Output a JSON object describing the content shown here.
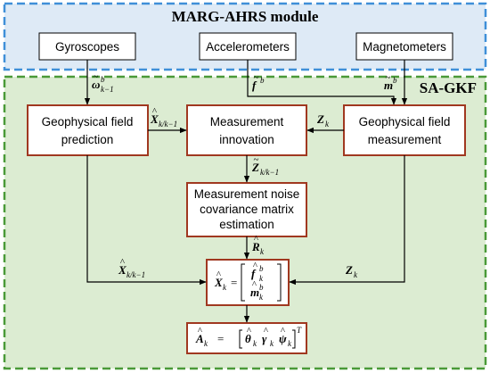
{
  "diagram": {
    "marg_module": {
      "title": "MARG-AHRS module"
    },
    "sagkf_module": {
      "title": "SA-GKF"
    },
    "sensors": [
      {
        "label": "Gyroscopes"
      },
      {
        "label": "Accelerometers"
      },
      {
        "label": "Magnetometers"
      }
    ],
    "blocks": {
      "prediction": {
        "lines": [
          "Geophysical field",
          "prediction"
        ]
      },
      "innovation": {
        "lines": [
          "Measurement",
          "innovation"
        ]
      },
      "measurement": {
        "lines": [
          "Geophysical field",
          "measurement"
        ]
      },
      "noise_estimation": {
        "lines": [
          "Measurement noise",
          "covariance matrix",
          "estimation"
        ]
      }
    },
    "signals": {
      "omega": {
        "base": "ω",
        "accent": "~",
        "sub": "k−1",
        "sup": "b"
      },
      "f": {
        "base": "f",
        "accent": "~",
        "sup": "b"
      },
      "m": {
        "base": "m",
        "accent": "~",
        "sup": "b"
      },
      "x_pred_top": {
        "base": "X",
        "accent": "^",
        "sub": "k/k−1"
      },
      "z_top": {
        "base": "Z",
        "sub": "k"
      },
      "z_innov": {
        "base": "Z",
        "accent": "~",
        "sub": "k/k−1"
      },
      "r_hat": {
        "base": "R",
        "accent": "^",
        "sub": "k"
      },
      "x_pred_bottom": {
        "base": "X",
        "accent": "^",
        "sub": "k/k−1"
      },
      "z_bottom": {
        "base": "Z",
        "sub": "k"
      }
    },
    "state_equation": {
      "lhs": {
        "base": "X",
        "accent": "^",
        "sub": "k"
      },
      "equals": "=",
      "vector": [
        {
          "base": "f",
          "accent": "^",
          "sub": "k",
          "sup": "b"
        },
        {
          "base": "m",
          "accent": "^",
          "sub": "k",
          "sup": "b"
        }
      ]
    },
    "attitude_equation": {
      "lhs": {
        "base": "A",
        "accent": "^",
        "sub": "k"
      },
      "equals": "=",
      "elements": [
        {
          "base": "θ",
          "accent": "^",
          "sub": "k"
        },
        {
          "base": "γ",
          "accent": "^",
          "sub": "k"
        },
        {
          "base": "ψ",
          "accent": "^",
          "sub": "k"
        }
      ],
      "transpose": "T"
    },
    "colors": {
      "marg_fill": "#deeaf6",
      "marg_border": "#3f8fd8",
      "sagkf_fill": "#dcecd2",
      "sagkf_border": "#4a9a38",
      "block_border": "#a03820",
      "line": "#000000"
    }
  }
}
